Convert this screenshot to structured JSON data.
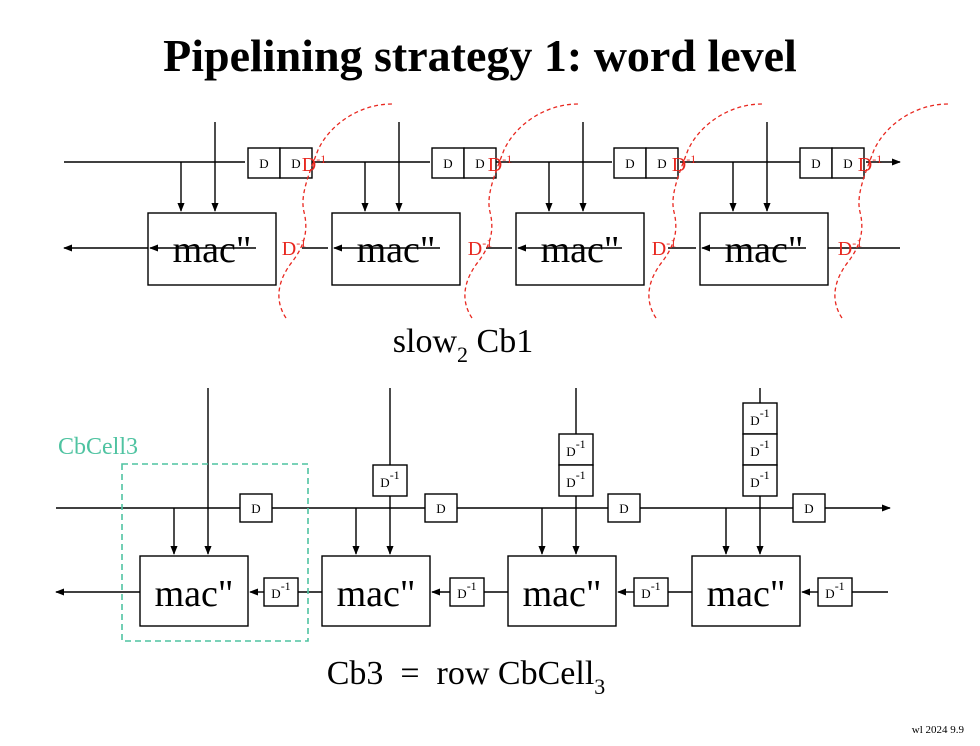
{
  "slide": {
    "title": "Pipelining strategy 1: word level",
    "footer": "wl 2024  9.9"
  },
  "colors": {
    "cut_line": "#e8271f",
    "cell_outline": "#4fc3a1"
  },
  "top_diagram": {
    "mac_label": "mac\"",
    "delay_label": "D",
    "neg_delay_base": "D",
    "neg_delay_exp": "-1",
    "caption_main": "slow",
    "caption_sub": "2",
    "caption_rest": " Cb1"
  },
  "bottom_diagram": {
    "mac_label": "mac\"",
    "delay_label": "D",
    "neg_delay_base": "D",
    "neg_delay_exp": "-1",
    "cell_label": "CbCell3",
    "caption_main": "Cb3  =  row CbCell",
    "caption_sub": "3"
  }
}
